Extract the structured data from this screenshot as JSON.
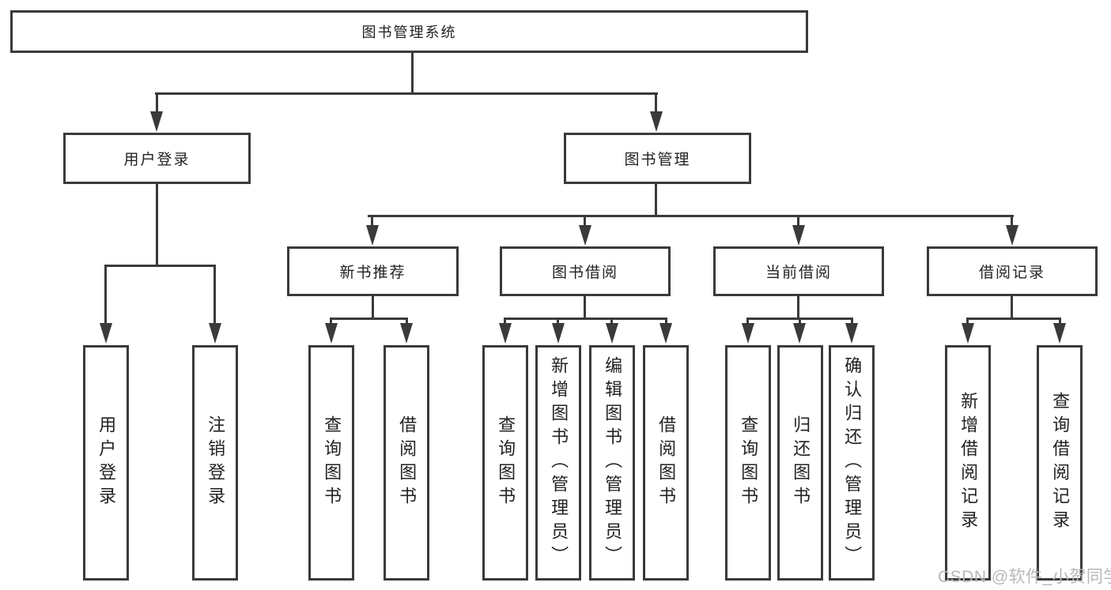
{
  "diagram": {
    "root": "图书管理系统",
    "level2": {
      "user_login": "用户登录",
      "book_mgmt": "图书管理"
    },
    "level3": {
      "new_book_rec": "新书推荐",
      "book_borrow": "图书借阅",
      "current_borrow": "当前借阅",
      "borrow_record": "借阅记录"
    },
    "leaves": {
      "user_login": "用户登录",
      "logout": "注销登录",
      "rec_query_book": "查询图书",
      "rec_borrow_book": "借阅图书",
      "borrow_query_book": "查询图书",
      "borrow_add_book_admin": "新增图书（管理员）",
      "borrow_edit_book_admin": "编辑图书（管理员）",
      "borrow_borrow_book": "借阅图书",
      "current_query_book": "查询图书",
      "current_return_book": "归还图书",
      "current_confirm_return_admin": "确认归还（管理员）",
      "record_add_record": "新增借阅记录",
      "record_query_record": "查询借阅记录"
    }
  },
  "watermark": "CSDN @软件_小贺同学",
  "colors": {
    "line": "#3a3a3a",
    "text": "#222222",
    "watermark": "#b8b8b8",
    "background": "#ffffff"
  }
}
